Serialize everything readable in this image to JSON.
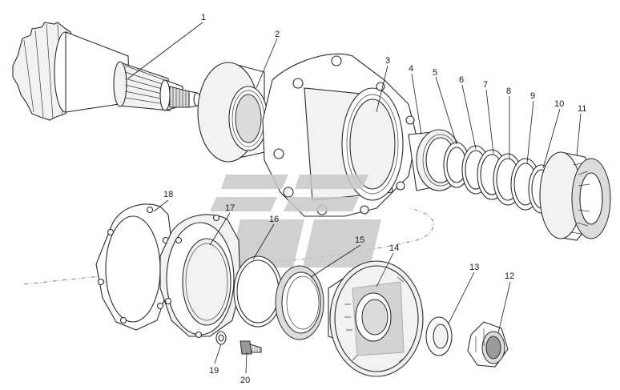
{
  "callouts": [
    {
      "id": "1",
      "label": "1"
    },
    {
      "id": "2",
      "label": "2"
    },
    {
      "id": "3",
      "label": "3"
    },
    {
      "id": "4",
      "label": "4"
    },
    {
      "id": "5",
      "label": "5"
    },
    {
      "id": "6",
      "label": "6"
    },
    {
      "id": "7",
      "label": "7"
    },
    {
      "id": "8",
      "label": "8"
    },
    {
      "id": "9",
      "label": "9"
    },
    {
      "id": "10",
      "label": "10"
    },
    {
      "id": "11",
      "label": "11"
    },
    {
      "id": "12",
      "label": "12"
    },
    {
      "id": "13",
      "label": "13"
    },
    {
      "id": "14",
      "label": "14"
    },
    {
      "id": "15",
      "label": "15"
    },
    {
      "id": "16",
      "label": "16"
    },
    {
      "id": "17",
      "label": "17"
    },
    {
      "id": "18",
      "label": "18"
    },
    {
      "id": "19",
      "label": "19"
    },
    {
      "id": "20",
      "label": "20"
    }
  ],
  "colors": {
    "line": "#2b2b2b",
    "watermark": "#c8c8c8",
    "background": "#ffffff"
  }
}
